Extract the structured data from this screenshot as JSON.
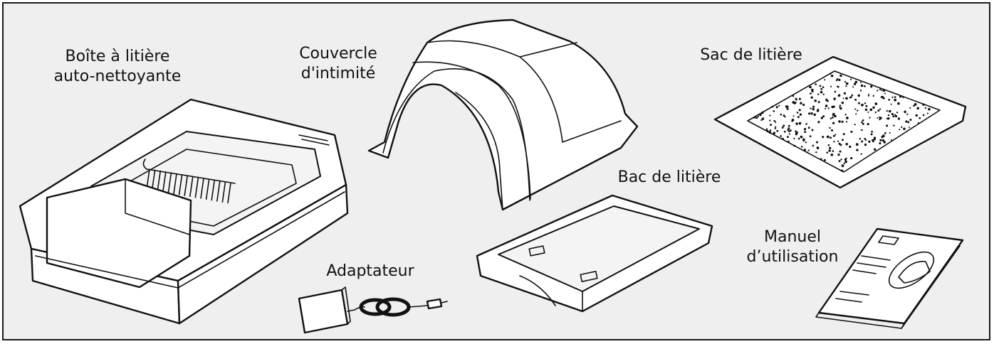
{
  "components": {
    "litter_box": {
      "line1": "Boîte à litière",
      "line2": "auto-nettoyante"
    },
    "privacy_hood": {
      "line1": "Couvercle",
      "line2": "d'intimité"
    },
    "litter_bag": {
      "label": "Sac de litière"
    },
    "litter_tray": {
      "label": "Bac de litière"
    },
    "adapter": {
      "label": "Adaptateur"
    },
    "manual": {
      "line1": "Manuel",
      "line2": "d’utilisation"
    }
  },
  "colors": {
    "background": "#efefef",
    "ink": "#111111",
    "frame": "#1a1a1a"
  }
}
